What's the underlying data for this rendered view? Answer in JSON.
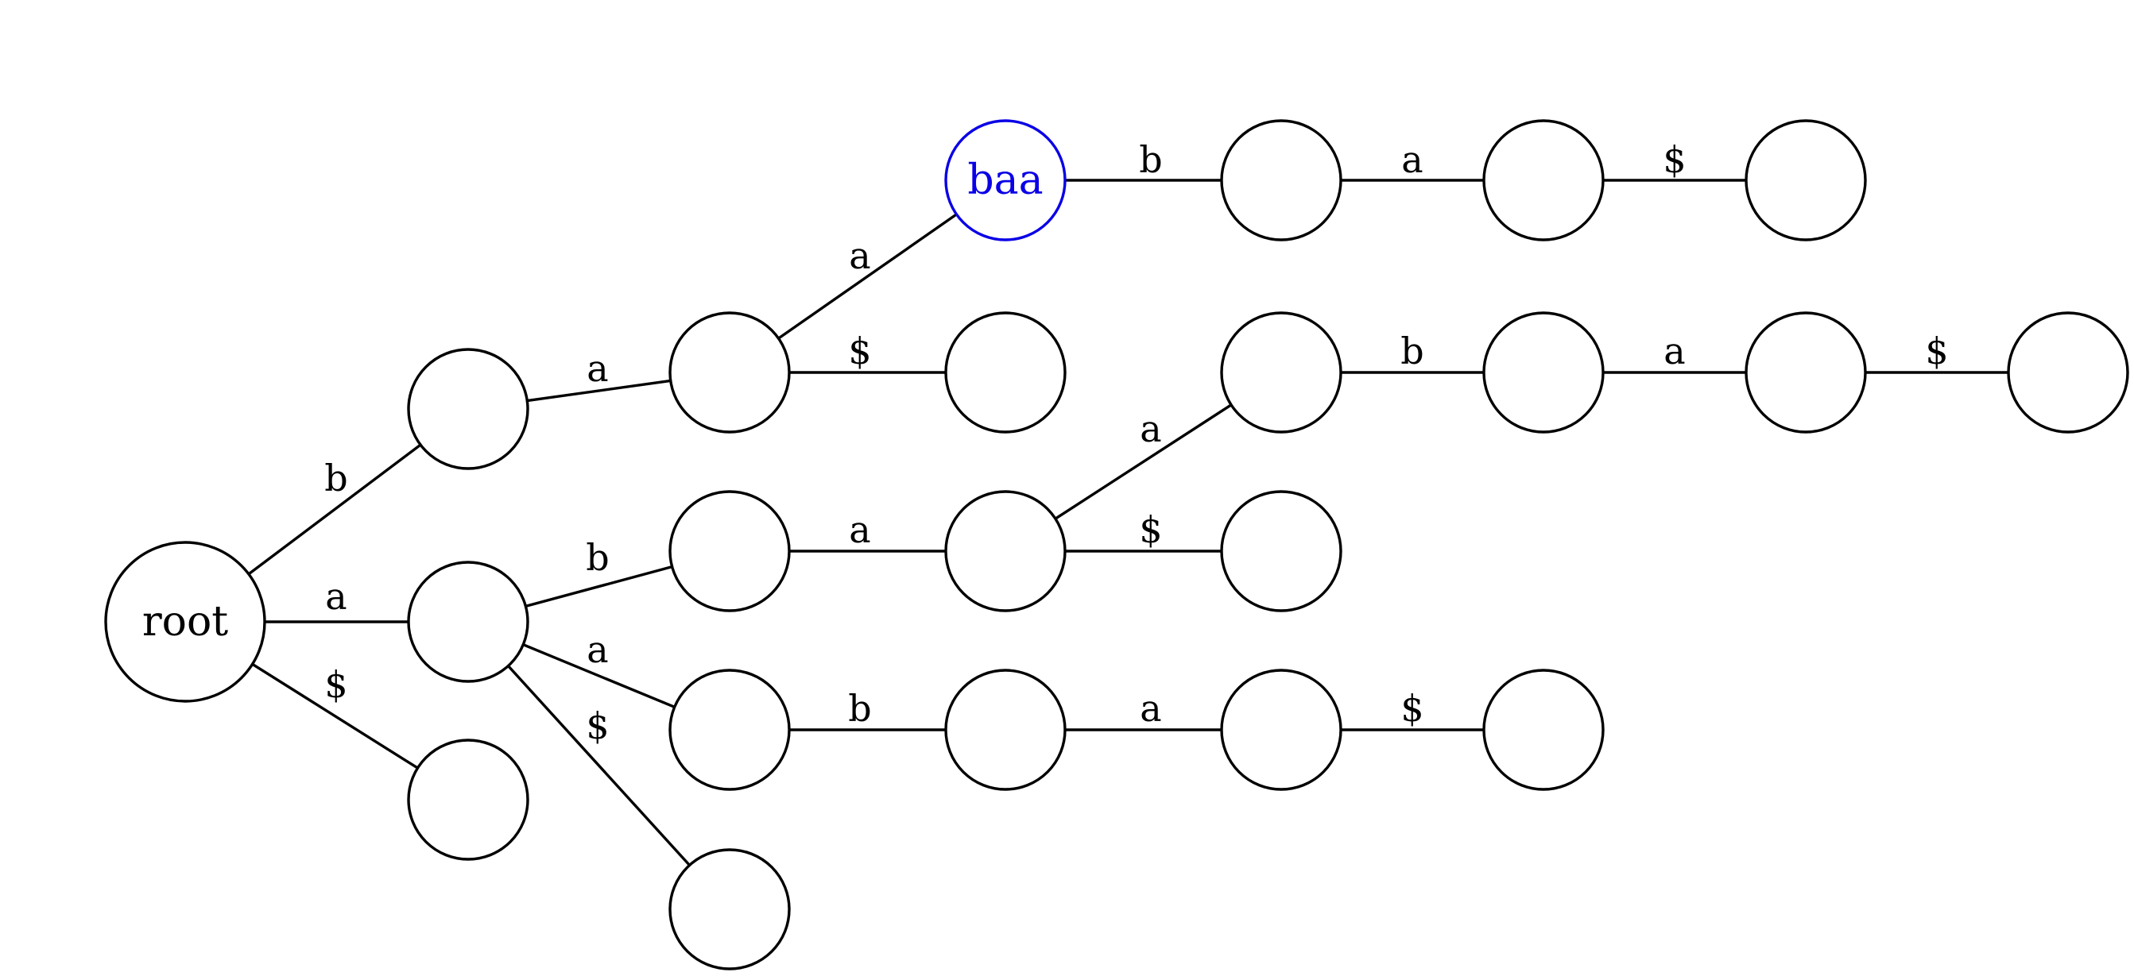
{
  "diagram": {
    "type": "suffix-trie",
    "highlight_color": "#0a00e6",
    "nodes": [
      {
        "id": "root",
        "label": "root"
      },
      {
        "id": "n_b",
        "label": ""
      },
      {
        "id": "n_ba",
        "label": ""
      },
      {
        "id": "n_baa",
        "label": "baa",
        "highlight": true
      },
      {
        "id": "n_baab",
        "label": ""
      },
      {
        "id": "n_baaba",
        "label": ""
      },
      {
        "id": "n_baaba_end",
        "label": ""
      },
      {
        "id": "n_ba_end",
        "label": ""
      },
      {
        "id": "n_a",
        "label": ""
      },
      {
        "id": "n_ab",
        "label": ""
      },
      {
        "id": "n_aba",
        "label": ""
      },
      {
        "id": "n_abaa",
        "label": ""
      },
      {
        "id": "n_abaab",
        "label": ""
      },
      {
        "id": "n_abaaba",
        "label": ""
      },
      {
        "id": "n_abaaba_end",
        "label": ""
      },
      {
        "id": "n_aba_end",
        "label": ""
      },
      {
        "id": "n_aa",
        "label": ""
      },
      {
        "id": "n_aab",
        "label": ""
      },
      {
        "id": "n_aaba",
        "label": ""
      },
      {
        "id": "n_aaba_end",
        "label": ""
      },
      {
        "id": "n_a_end",
        "label": ""
      },
      {
        "id": "n_root_end",
        "label": ""
      }
    ],
    "edges": [
      {
        "from": "root",
        "to": "n_b",
        "label": "b"
      },
      {
        "from": "n_b",
        "to": "n_ba",
        "label": "a"
      },
      {
        "from": "n_ba",
        "to": "n_baa",
        "label": "a"
      },
      {
        "from": "n_baa",
        "to": "n_baab",
        "label": "b"
      },
      {
        "from": "n_baab",
        "to": "n_baaba",
        "label": "a"
      },
      {
        "from": "n_baaba",
        "to": "n_baaba_end",
        "label": "$"
      },
      {
        "from": "n_ba",
        "to": "n_ba_end",
        "label": "$"
      },
      {
        "from": "root",
        "to": "n_a",
        "label": "a"
      },
      {
        "from": "n_a",
        "to": "n_ab",
        "label": "b"
      },
      {
        "from": "n_ab",
        "to": "n_aba",
        "label": "a"
      },
      {
        "from": "n_aba",
        "to": "n_abaa",
        "label": "a"
      },
      {
        "from": "n_abaa",
        "to": "n_abaab",
        "label": "b"
      },
      {
        "from": "n_abaab",
        "to": "n_abaaba",
        "label": "a"
      },
      {
        "from": "n_abaaba",
        "to": "n_abaaba_end",
        "label": "$"
      },
      {
        "from": "n_aba",
        "to": "n_aba_end",
        "label": "$"
      },
      {
        "from": "n_a",
        "to": "n_aa",
        "label": "a"
      },
      {
        "from": "n_aa",
        "to": "n_aab",
        "label": "b"
      },
      {
        "from": "n_aab",
        "to": "n_aaba",
        "label": "a"
      },
      {
        "from": "n_aaba",
        "to": "n_aaba_end",
        "label": "$"
      },
      {
        "from": "n_a",
        "to": "n_a_end",
        "label": "$"
      },
      {
        "from": "root",
        "to": "n_root_end",
        "label": "$"
      }
    ]
  }
}
